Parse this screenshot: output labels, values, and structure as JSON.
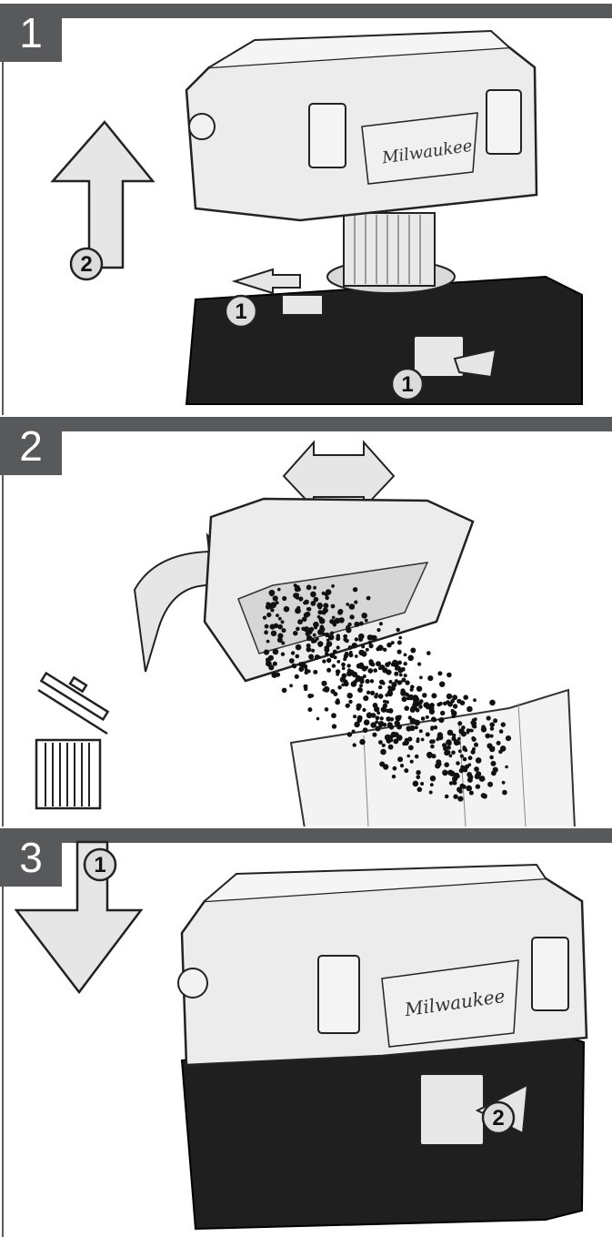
{
  "steps": [
    {
      "number": "1",
      "callouts": [
        "1",
        "2",
        "1"
      ],
      "brand": "Milwaukee"
    },
    {
      "number": "2"
    },
    {
      "number": "3",
      "callouts": [
        "1",
        "2"
      ],
      "brand": "Milwaukee"
    }
  ],
  "colors": {
    "bar": "#58595b",
    "housing_light": "#ececec",
    "housing_dark": "#1f1f1f",
    "arrow_fill": "#e6e6e6",
    "outline": "#222222"
  }
}
